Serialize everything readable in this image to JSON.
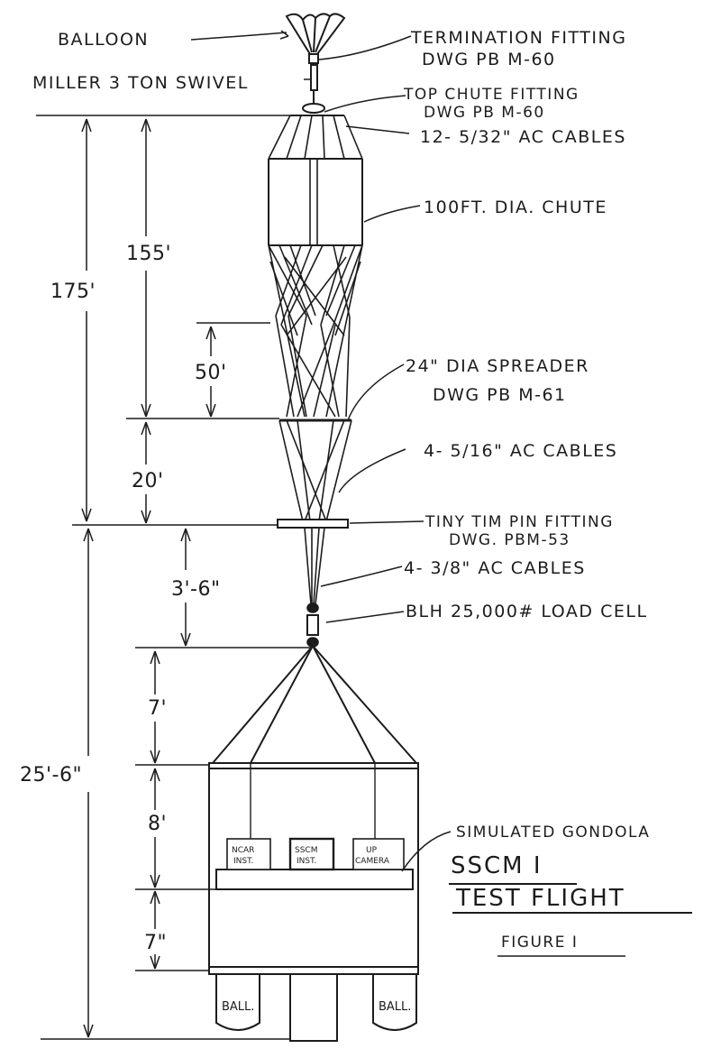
{
  "callouts": {
    "balloon": "BALLOON",
    "termination_fitting": "TERMINATION FITTING",
    "termination_dwg": "DWG PB M-60",
    "swivel": "MILLER 3 TON SWIVEL",
    "top_chute_fitting": "TOP CHUTE FITTING",
    "top_chute_dwg": "DWG PB M-60",
    "top_cables": "12- 5/32\" AC CABLES",
    "chute": "100FT. DIA. CHUTE",
    "spreader": "24\" DIA SPREADER",
    "spreader_dwg": "DWG PB M-61",
    "mid_cables": "4- 5/16\" AC CABLES",
    "pin_fitting": "TINY TIM PIN FITTING",
    "pin_fitting_dwg": "DWG. PBM-53",
    "lower_cables": "4- 3/8\" AC CABLES",
    "load_cell": "BLH 25,000# LOAD CELL",
    "gondola": "SIMULATED GONDOLA"
  },
  "dimensions": {
    "total_upper": "175'",
    "chute_length": "155'",
    "spreader_gap": "50'",
    "lower_chute": "20'",
    "pin_to_cell": "3'-6\"",
    "total_lower": "25'-6\"",
    "sling_height": "7'",
    "upper_box": "8'",
    "lower_box": "7\""
  },
  "instruments": {
    "ncar": [
      "NCAR",
      "INST."
    ],
    "sscm": [
      "SSCM",
      "INST."
    ],
    "camera": [
      "UP",
      "CAMERA"
    ]
  },
  "ballast": {
    "left": "BALL.",
    "right": "BALL."
  },
  "title": {
    "line1": "SSCM I",
    "line2": "TEST FLIGHT",
    "figure": "FIGURE I"
  }
}
